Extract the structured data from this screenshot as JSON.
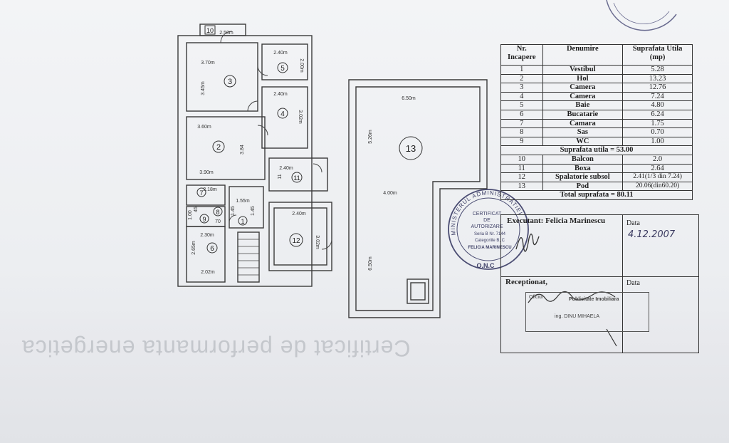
{
  "plan": {
    "rooms": [
      {
        "id": "10",
        "label": "10",
        "dims": [
          "2.50m"
        ]
      },
      {
        "id": "3",
        "label": "3",
        "dims": [
          "3.70m",
          "3.45m"
        ]
      },
      {
        "id": "5",
        "label": "5",
        "dims": [
          "2.40m",
          "2.00m"
        ]
      },
      {
        "id": "4",
        "label": "4",
        "dims": [
          "2.40m",
          "3.02m"
        ]
      },
      {
        "id": "2",
        "label": "2",
        "dims": [
          "3.60m",
          "3.84",
          "3.90m"
        ]
      },
      {
        "id": "11",
        "label": "11",
        "dims": [
          "2.40m",
          "11"
        ]
      },
      {
        "id": "7",
        "label": "7",
        "dims": [
          "2.18m"
        ]
      },
      {
        "id": "8",
        "label": "8",
        "dims": [
          "70"
        ]
      },
      {
        "id": "9",
        "label": "9",
        "dims": [
          "1.00",
          "45"
        ]
      },
      {
        "id": "1",
        "label": "1",
        "dims": [
          "1.55m",
          "1.45",
          "1.45"
        ]
      },
      {
        "id": "6",
        "label": "6",
        "dims": [
          "2.30m",
          "2.65m",
          "2.02m"
        ]
      },
      {
        "id": "12",
        "label": "12",
        "dims": [
          "2.40m",
          "3.02m"
        ]
      },
      {
        "id": "13",
        "label": "13",
        "dims": [
          "6.50m",
          "5.26m",
          "4.00m",
          "6.50m"
        ]
      }
    ]
  },
  "table": {
    "headers": [
      "Nr. Incapere",
      "Denumire",
      "Suprafata Utila (mp)"
    ],
    "rows": [
      {
        "nr": "1",
        "den": "Vestibul",
        "sup": "5.28"
      },
      {
        "nr": "2",
        "den": "Hol",
        "sup": "13.23"
      },
      {
        "nr": "3",
        "den": "Camera",
        "sup": "12.76"
      },
      {
        "nr": "4",
        "den": "Camera",
        "sup": "7.24"
      },
      {
        "nr": "5",
        "den": "Baie",
        "sup": "4.80"
      },
      {
        "nr": "6",
        "den": "Bucatarie",
        "sup": "6.24"
      },
      {
        "nr": "7",
        "den": "Camara",
        "sup": "1.75"
      },
      {
        "nr": "8",
        "den": "Sas",
        "sup": "0.70"
      },
      {
        "nr": "9",
        "den": "WC",
        "sup": "1.00"
      }
    ],
    "subtotal": "Suprafata utila = 53.00",
    "rows2": [
      {
        "nr": "10",
        "den": "Balcon",
        "sup": "2.0"
      },
      {
        "nr": "11",
        "den": "Boxa",
        "sup": "2.64"
      },
      {
        "nr": "12",
        "den": "Spalatorie subsol",
        "sup": "2.41(1/3 din 7.24)"
      },
      {
        "nr": "13",
        "den": "Pod",
        "sup": "20.06(din60.20)"
      }
    ],
    "total": "Total suprafata = 80.11"
  },
  "signatures": {
    "executant": "Executant: Felicia Marinescu",
    "data_label": "Data",
    "date": "4.12.2007",
    "receptionat": "Receptionat,",
    "data_label2": "Data"
  },
  "stamp": {
    "ring": "MINISTERUL ADMINISTRATIEI",
    "l1": "CERTIFICAT",
    "l2": "DE",
    "l3": "AUTORIZARE",
    "l4": "Seria B Nr. 7144",
    "l5": "Categoriile B, C",
    "l6": "FELICIA MARINESCU",
    "bottom": "O.N.C"
  },
  "stamp2": {
    "l1": "Publicitate Imobiliara",
    "l2": "ing. DINU MIHAELA",
    "l3": "Oficiul"
  },
  "ghost": {
    "text": "Certificat de performanta energetica"
  }
}
